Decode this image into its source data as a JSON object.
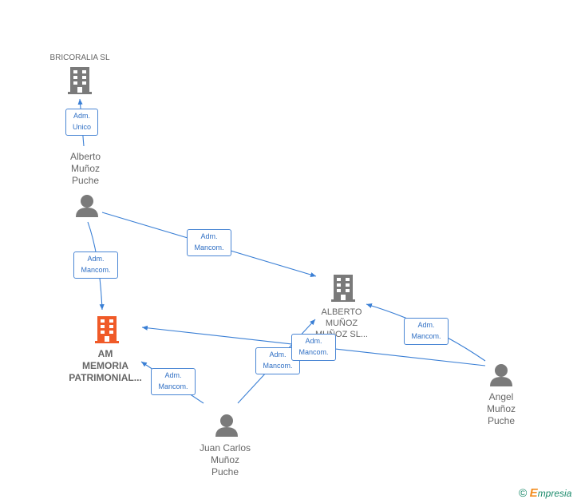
{
  "colors": {
    "edge": "#3a7fd5",
    "building": "#7a7a7a",
    "building_highlight": "#f05a28",
    "person": "#7a7a7a"
  },
  "nodes": {
    "bricoralia": {
      "name": "BRICORALIA SL",
      "icon": "building-icon"
    },
    "alberto_person": {
      "line1": "Alberto",
      "line2": "Muñoz",
      "line3": "Puche",
      "icon": "person-icon"
    },
    "am_memoria": {
      "line1": "AM",
      "line2": "MEMORIA",
      "line3": "PATRIMONIAL...",
      "icon": "building-icon"
    },
    "alberto_company": {
      "line1": "ALBERTO",
      "line2": "MUÑOZ",
      "line3": "MUÑOZ SL...",
      "icon": "building-icon"
    },
    "angel": {
      "line1": "Angel",
      "line2": "Muñoz",
      "line3": "Puche",
      "icon": "person-icon"
    },
    "juan_carlos": {
      "line1": "Juan Carlos",
      "line2": "Muñoz",
      "line3": "Puche",
      "icon": "person-icon"
    }
  },
  "edges": {
    "e1": {
      "l1": "Adm.",
      "l2": "Unico"
    },
    "e2": {
      "l1": "Adm.",
      "l2": "Mancom."
    },
    "e3": {
      "l1": "Adm.",
      "l2": "Mancom."
    },
    "e4": {
      "l1": "Adm.",
      "l2": "Mancom."
    },
    "e5": {
      "l1": "Adm.",
      "l2": "Mancom."
    },
    "e6": {
      "l1": "Adm.",
      "l2": "Mancom."
    },
    "e7": {
      "l1": "Adm.",
      "l2": "Mancom."
    }
  },
  "footer": {
    "copyright": "©",
    "brand_e": "E",
    "brand_rest": "mpresia"
  }
}
